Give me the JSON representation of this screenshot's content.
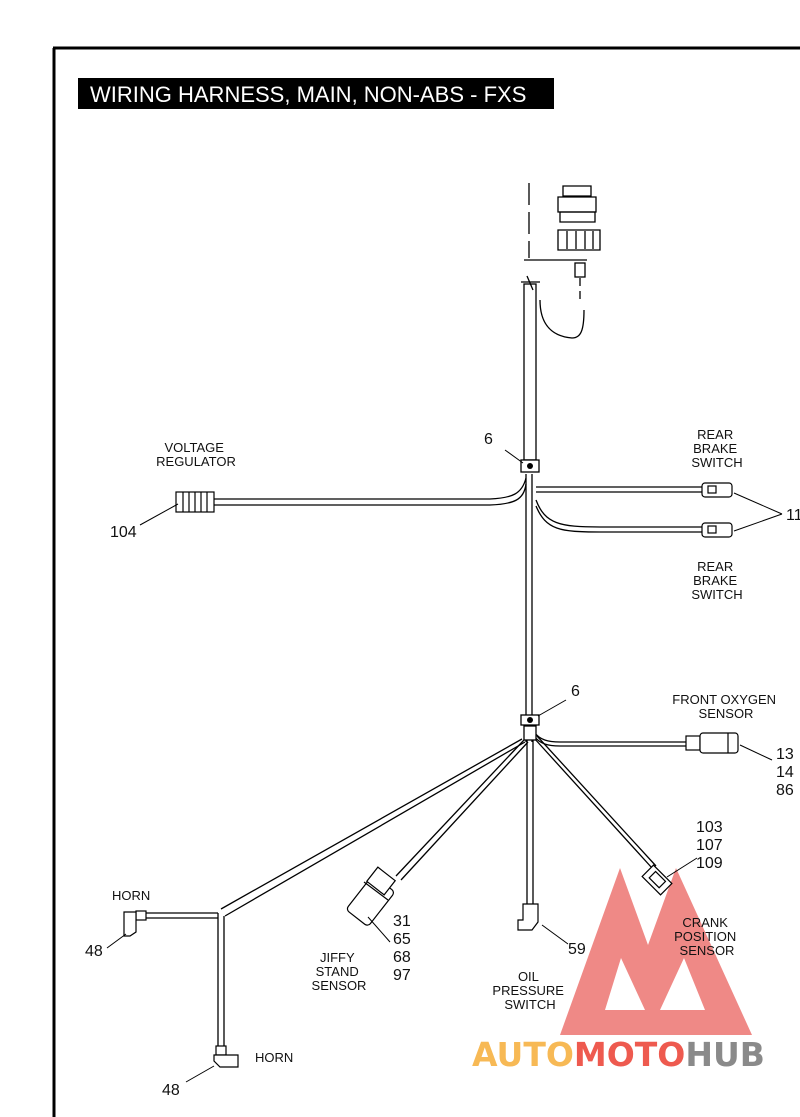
{
  "title": "WIRING HARNESS, MAIN, NON-ABS - FXS",
  "labels": {
    "voltage_regulator": [
      "VOLTAGE",
      "REGULATOR"
    ],
    "rear_brake_switch_top": [
      "REAR",
      "BRAKE",
      "SWITCH"
    ],
    "rear_brake_switch_bottom": [
      "REAR",
      "BRAKE",
      "SWITCH"
    ],
    "front_oxygen_sensor": [
      "FRONT OXYGEN",
      "SENSOR"
    ],
    "crank_position_sensor": [
      "CRANK",
      "POSITION",
      "SENSOR"
    ],
    "oil_pressure_switch": [
      "OIL",
      "PRESSURE",
      "SWITCH"
    ],
    "jiffy_stand_sensor": [
      "JIFFY",
      "STAND",
      "SENSOR"
    ],
    "horn_left": "HORN",
    "horn_bottom": "HORN"
  },
  "callouts": {
    "clip_upper": "6",
    "clip_lower": "6",
    "voltage_regulator": "104",
    "rear_brake_switch": "11",
    "front_oxygen_sensor": [
      "13",
      "14",
      "86"
    ],
    "crank_position_sensor": [
      "103",
      "107",
      "109"
    ],
    "oil_pressure_switch": "59",
    "jiffy_stand_sensor": [
      "31",
      "65",
      "68",
      "97"
    ],
    "horn_left": "48",
    "horn_bottom": "48"
  },
  "watermark": {
    "part1": "AUTO",
    "part2": "MOTO",
    "part3": "HUB",
    "colors": {
      "auto": "#f7b955",
      "moto": "#ee5a4f",
      "hub": "#8a8a8a",
      "logo": "#e43b36"
    }
  }
}
